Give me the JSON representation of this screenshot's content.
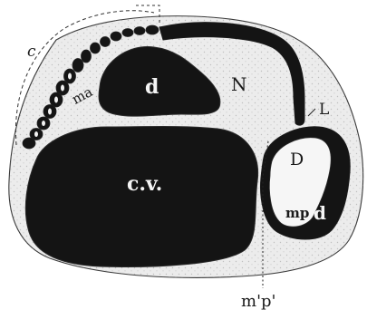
{
  "figure": {
    "labels": {
      "c": "c",
      "ma": "ma",
      "d_upper": "d",
      "N": "N",
      "L": "L",
      "cv": "c.v.",
      "D": "D",
      "mp_inner": "mp",
      "d_lower": "d",
      "mp_pointer": "m'p'"
    }
  },
  "colors": {
    "ink": "#141414",
    "paper": "#ffffff",
    "tissue": "#e9e9e9",
    "stipple": "#b5b5b5",
    "highlight": "#f2f2f2"
  }
}
